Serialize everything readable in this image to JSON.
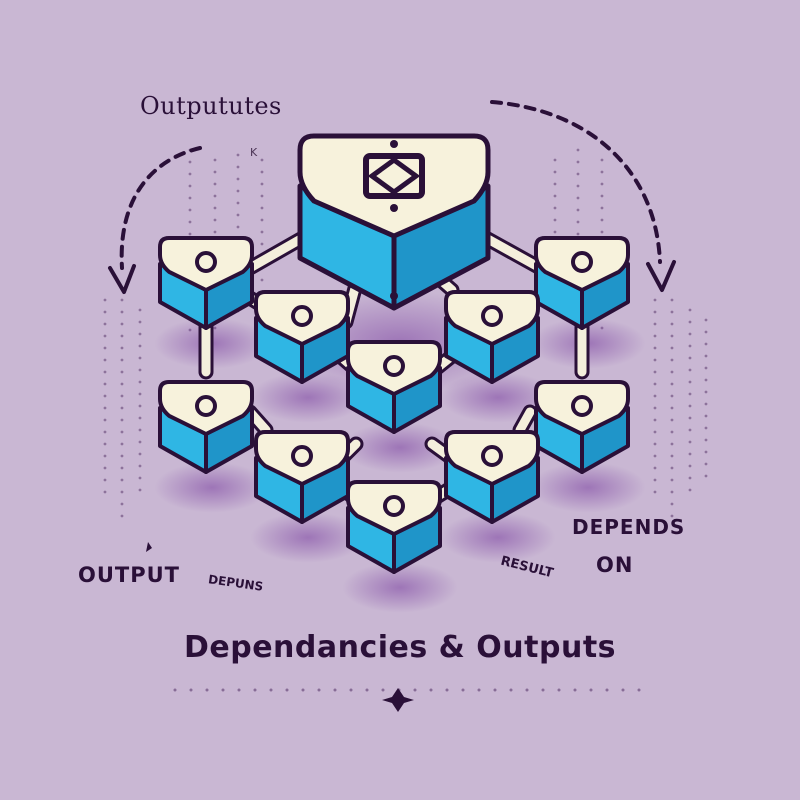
{
  "labels": {
    "outpututes": "Outpututes",
    "k_mark": "K",
    "output": "OUTPUT",
    "depuns": "DEPUNS",
    "result": "RESULT",
    "depends": "DEPENDS",
    "on": "ON",
    "title": "Dependancies & Outputs"
  },
  "colors": {
    "background": "#c9b7d3",
    "cube_top": "#f7f2dc",
    "cube_side": "#2fb6e4",
    "cube_side_dark": "#1f95c9",
    "outline": "#2a1038",
    "connector": "#f4efdc",
    "shadow": "#8a5aa8"
  },
  "icons": [
    "dashed-arrow-left-icon",
    "dashed-arrow-right-icon",
    "sparkle-icon"
  ]
}
